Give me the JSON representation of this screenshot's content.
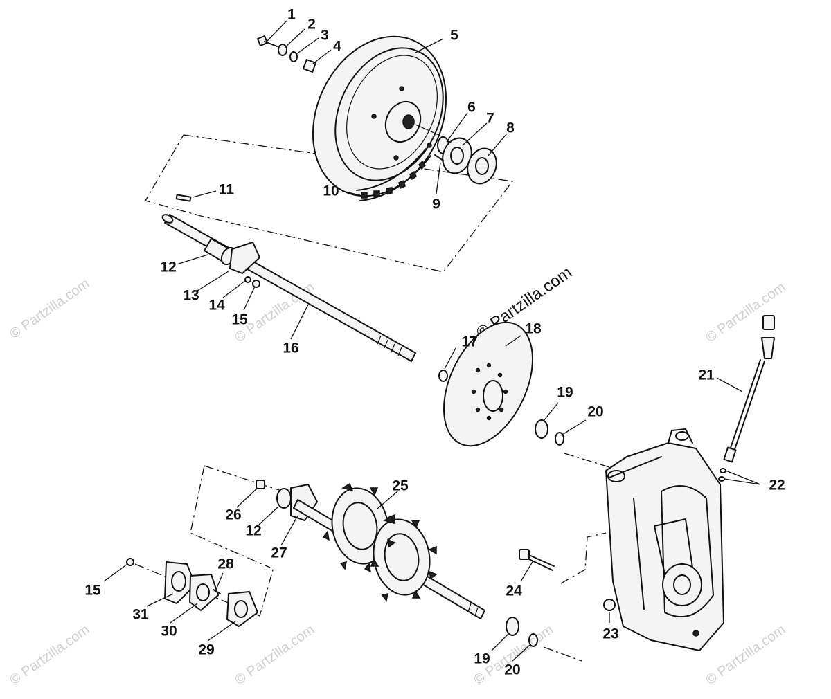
{
  "brand_text": "© Partzilla.com",
  "watermark_text": "© Partzilla.com",
  "callouts": {
    "c1": "1",
    "c2": "2",
    "c3": "3",
    "c4": "4",
    "c5": "5",
    "c6": "6",
    "c7": "7",
    "c8": "8",
    "c9": "9",
    "c10": "10",
    "c11": "11",
    "c12a": "12",
    "c12b": "12",
    "c13": "13",
    "c14": "14",
    "c15a": "15",
    "c15b": "15",
    "c16": "16",
    "c17": "17",
    "c18": "18",
    "c19a": "19",
    "c19b": "19",
    "c20a": "20",
    "c20b": "20",
    "c21": "21",
    "c22": "22",
    "c23": "23",
    "c24": "24",
    "c25": "25",
    "c26": "26",
    "c27": "27",
    "c28": "28",
    "c29": "29",
    "c30": "30",
    "c31": "31"
  }
}
